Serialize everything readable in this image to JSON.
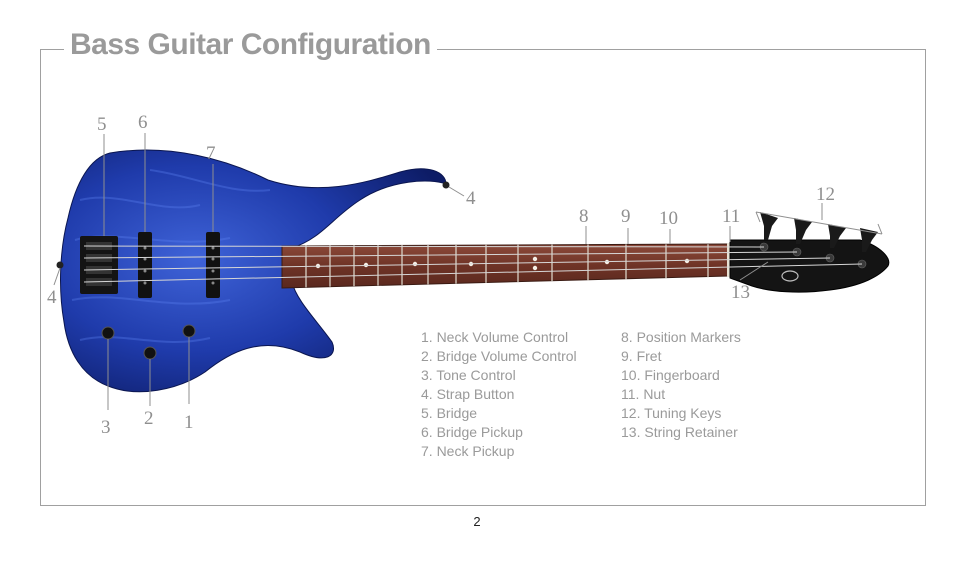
{
  "title": "Bass Guitar Configuration",
  "page_number": "2",
  "colors": {
    "text_gray": "#9a9a9a",
    "frame_gray": "#a0a0a0",
    "body_blue": "#1d3aa8",
    "fingerboard": "#7a3b2e",
    "headstock": "#111111"
  },
  "callouts": {
    "c1": "1",
    "c2": "2",
    "c3": "3",
    "c4a": "4",
    "c4b": "4",
    "c5": "5",
    "c6": "6",
    "c7": "7",
    "c8": "8",
    "c9": "9",
    "c10": "10",
    "c11": "11",
    "c12": "12",
    "c13": "13"
  },
  "legend_left": [
    "1. Neck Volume Control",
    "2. Bridge Volume Control",
    "3. Tone Control",
    "4. Strap Button",
    "5. Bridge",
    "6. Bridge Pickup",
    "7. Neck Pickup"
  ],
  "legend_right": [
    "8. Position Markers",
    "9. Fret",
    "10. Fingerboard",
    "11. Nut",
    "12. Tuning Keys",
    "13. String Retainer"
  ]
}
